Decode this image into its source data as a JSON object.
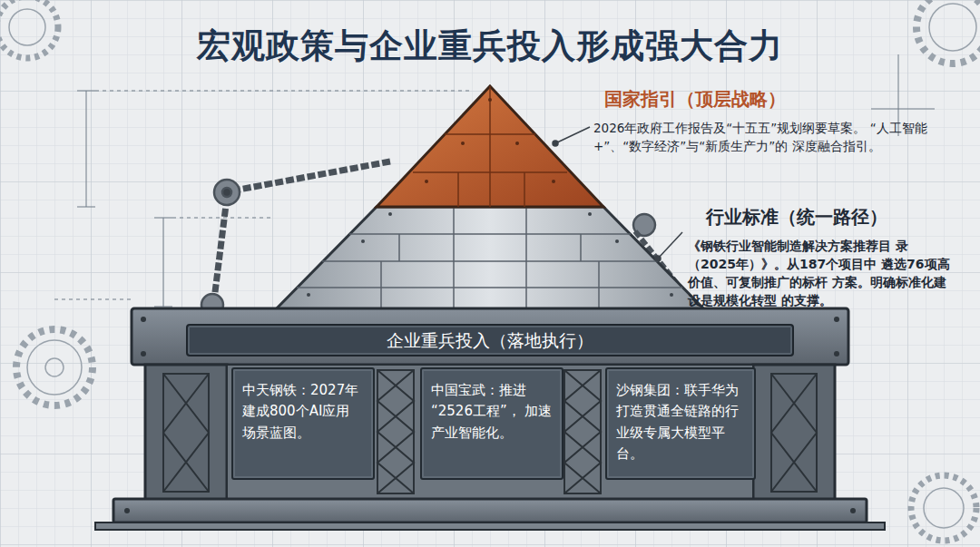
{
  "diagram": {
    "title": "宏观政策与企业重兵投入形成强大合力",
    "nodes": [
      {
        "text": [
          "企业重兵投入（落地执行）"
        ]
      },
      {
        "text": [
          "中天钢铁：2027年 建成800个AI应用 场景蓝图。"
        ],
        "in": 0
      },
      {
        "text": [
          "中国宝武：推进 “2526工程”， 加速产业智能化。"
        ],
        "in": 0
      },
      {
        "text": [
          "沙钢集团：联手华为 打造贯通全链路的行 业级专属大模型平台。"
        ],
        "in": 0
      }
    ],
    "labels": [
      "国家指引（顶层战略）",
      "2026年政府工作报告及“十五五”规划纲要草案。 “人工智能+”、“数字经济”与“新质生产力”的 深度融合指引。",
      "行业标准（统一路径）",
      "《钢铁行业智能制造解决方案推荐目 录（2025年）》。从187个项目中 遴选76项高价值、可复制推广的标杆 方案。明确标准化建设是规模化转型 的支撑。"
    ]
  }
}
